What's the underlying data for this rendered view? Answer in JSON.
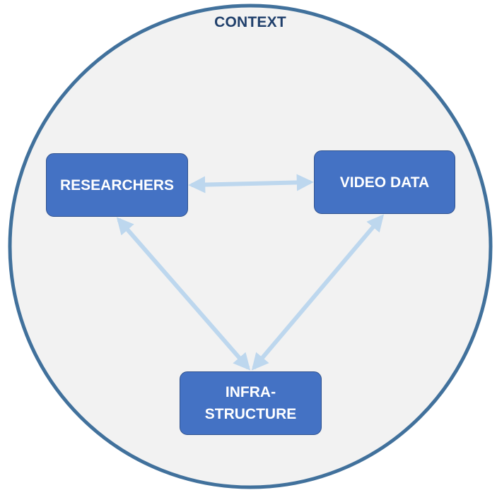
{
  "diagram": {
    "context_label": "CONTEXT",
    "nodes": {
      "researchers": "RESEARCHERS",
      "video_data": "VIDEO DATA",
      "infrastructure_line1": "INFRA-",
      "infrastructure_line2": "STRUCTURE"
    },
    "colors": {
      "context_border": "#41719c",
      "context_fill": "#f2f2f2",
      "node_fill": "#4472c4",
      "node_border": "#2f528f",
      "arrow": "#bdd7ee",
      "context_text": "#1f3f6b"
    }
  }
}
